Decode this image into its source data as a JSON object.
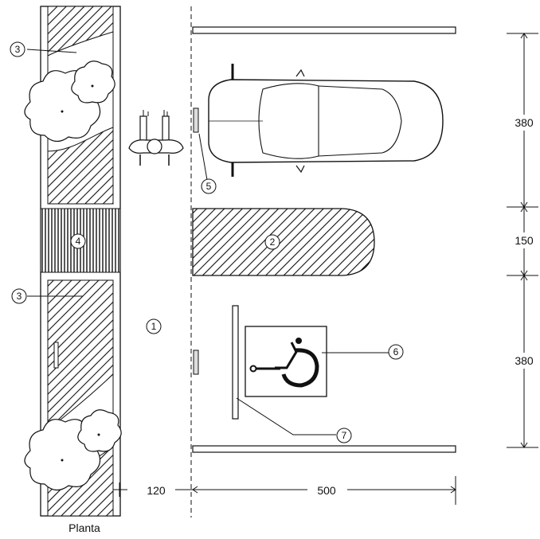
{
  "diagram": {
    "caption": "Planta",
    "callouts": {
      "sidewalk_top": "3",
      "sidewalk_bottom": "3",
      "crossing": "4",
      "aisle": "1",
      "hatched_zone": "2",
      "wheel_stop": "5",
      "symbol": "6",
      "bollard": "7"
    },
    "dimensions": {
      "sidewalk_width": "120",
      "stall_length": "500",
      "top_stall_width": "380",
      "aisle_width": "150",
      "bottom_stall_width": "380"
    },
    "colors": {
      "line": "#111111",
      "background": "#ffffff"
    }
  }
}
